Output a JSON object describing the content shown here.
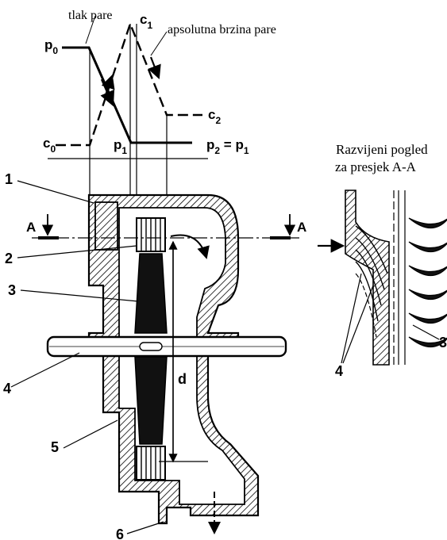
{
  "diagram": {
    "labels": {
      "steam_pressure": "tlak pare",
      "absolute_velocity": "apsolutna brzina pare",
      "p0": "p",
      "p0_sub": "0",
      "c0": "c",
      "c0_sub": "0",
      "p1": "p",
      "p1_sub": "1",
      "c1": "c",
      "c1_sub": "1",
      "c2": "c",
      "c2_sub": "2",
      "p2_eq": "p",
      "p2_sub": "2",
      "p2_eq_mid": " = p",
      "p2_eq_sub": "1",
      "section_a_left": "A",
      "section_a_right": "A",
      "diameter": "d",
      "developed_view_line1": "Razvijeni pogled",
      "developed_view_line2": "za presjek A-A"
    },
    "callouts": [
      "1",
      "2",
      "3",
      "4",
      "5",
      "6",
      "4",
      "3"
    ]
  }
}
